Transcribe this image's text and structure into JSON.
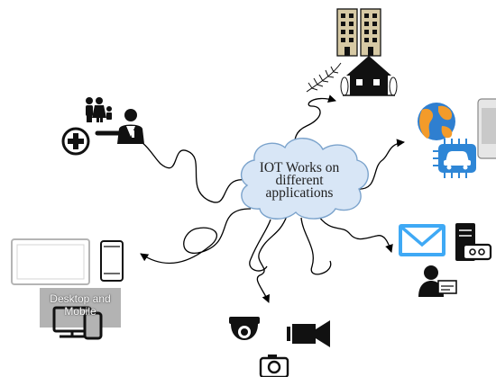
{
  "center": {
    "line1": "IOT Works on",
    "line2": "different",
    "line3": "applications"
  },
  "devices": {
    "caption": "Desktop and Mobile"
  },
  "icons": [
    "buildings-icon",
    "house-icon",
    "plant-icon",
    "family-icon",
    "doctor-icon",
    "medical-cross-icon",
    "globe-icon",
    "car-chip-icon",
    "phone-icon",
    "tablet-icon",
    "mobile-icon",
    "desktop-mobile-icon",
    "mail-icon",
    "server-icon",
    "user-mail-icon",
    "dome-camera-icon",
    "video-camera-icon",
    "photo-camera-icon"
  ],
  "colors": {
    "cloud_fill": "#d8e6f6",
    "cloud_stroke": "#7ba3cc",
    "mail_blue": "#3fa9f5",
    "car_blue": "#2e86d6",
    "globe_blue": "#2f7fd0",
    "globe_orange": "#f39b2a",
    "building": "#d6c9a4"
  }
}
